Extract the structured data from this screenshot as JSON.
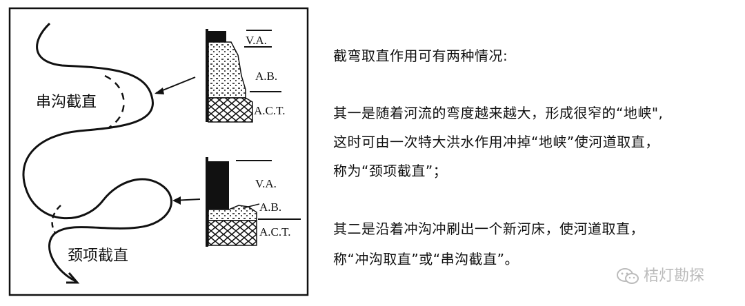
{
  "figure": {
    "upper_label": "串沟截直",
    "lower_label": "颈项截直",
    "upper_column": {
      "va": "V.A.",
      "ab": "A.B.",
      "act": "A.C.T."
    },
    "lower_column": {
      "va": "V.A.",
      "ab": "A.B.",
      "act": "A.C.T."
    }
  },
  "text": {
    "intro": "截弯取直作用可有两种情况:",
    "p1_line1": "其一是随着河流的弯度越来越大，形成很窄的“地峡\",",
    "p1_line2": "这时可由一次特大洪水作用冲掉“地峡”使河道取直，",
    "p1_line3": "称为“颈项截直”；",
    "p2_line1": "其二是沿着冲沟冲刷出一个新河床，使河道取直，",
    "p2_line2": "称“冲沟取直”或“串沟截直”。"
  },
  "watermark": {
    "text": "桔灯勘探",
    "icon": "wechat-icon"
  }
}
